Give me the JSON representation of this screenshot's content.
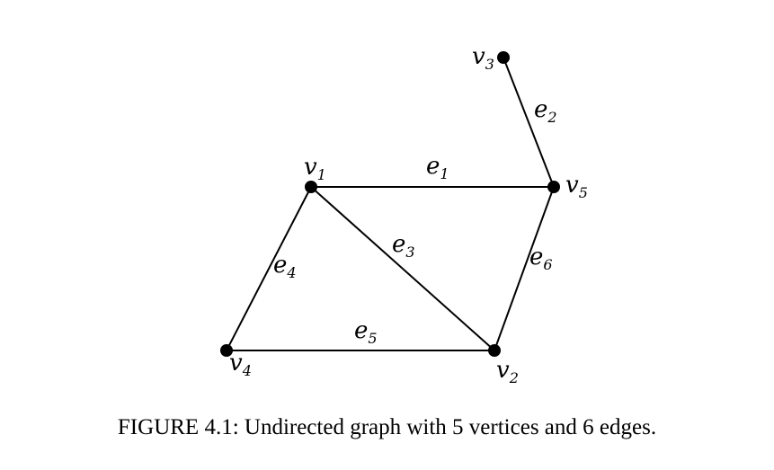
{
  "graph": {
    "colors": {
      "ink": "#000000",
      "background": "#ffffff"
    },
    "vertices": [
      {
        "id": "v1",
        "name": "v",
        "sub": "1"
      },
      {
        "id": "v2",
        "name": "v",
        "sub": "2"
      },
      {
        "id": "v3",
        "name": "v",
        "sub": "3"
      },
      {
        "id": "v4",
        "name": "v",
        "sub": "4"
      },
      {
        "id": "v5",
        "name": "v",
        "sub": "5"
      }
    ],
    "edges": [
      {
        "id": "e1",
        "name": "e",
        "sub": "1",
        "from": "v1",
        "to": "v5"
      },
      {
        "id": "e2",
        "name": "e",
        "sub": "2",
        "from": "v3",
        "to": "v5"
      },
      {
        "id": "e3",
        "name": "e",
        "sub": "3",
        "from": "v1",
        "to": "v2"
      },
      {
        "id": "e4",
        "name": "e",
        "sub": "4",
        "from": "v1",
        "to": "v4"
      },
      {
        "id": "e5",
        "name": "e",
        "sub": "5",
        "from": "v4",
        "to": "v2"
      },
      {
        "id": "e6",
        "name": "e",
        "sub": "6",
        "from": "v5",
        "to": "v2"
      }
    ]
  },
  "caption": {
    "text": "FIGURE 4.1: Undirected graph with 5 vertices and 6 edges."
  }
}
